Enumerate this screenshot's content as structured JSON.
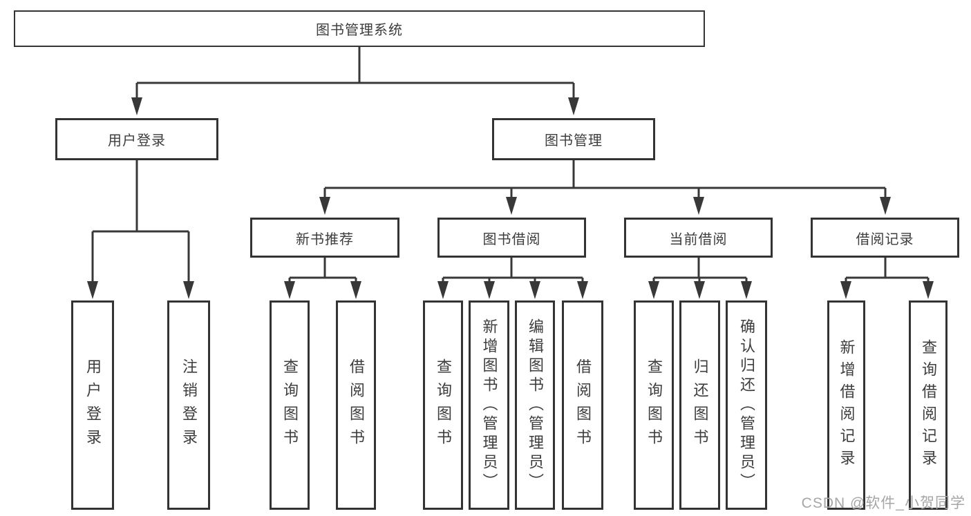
{
  "diagram": {
    "root": {
      "label": "图书管理系统"
    },
    "branches": [
      {
        "label": "用户登录",
        "children": [
          {
            "label": "用户登录"
          },
          {
            "label": "注销登录"
          }
        ]
      },
      {
        "label": "图书管理",
        "children": [
          {
            "label": "新书推荐",
            "children": [
              {
                "label": "查询图书"
              },
              {
                "label": "借阅图书"
              }
            ]
          },
          {
            "label": "图书借阅",
            "children": [
              {
                "label": "查询图书"
              },
              {
                "label": "新增图书（管理员）"
              },
              {
                "label": "编辑图书（管理员）"
              },
              {
                "label": "借阅图书"
              }
            ]
          },
          {
            "label": "当前借阅",
            "children": [
              {
                "label": "查询图书"
              },
              {
                "label": "归还图书"
              },
              {
                "label": "确认归还（管理员）"
              }
            ]
          },
          {
            "label": "借阅记录",
            "children": [
              {
                "label": "新增借阅记录"
              },
              {
                "label": "查询借阅记录"
              }
            ]
          }
        ]
      }
    ]
  },
  "watermark": {
    "text": "CSDN @软件_小贺同学"
  },
  "colors": {
    "background": "#ffffff",
    "line": "#383838",
    "box_border": "#333333",
    "box_fill": "#ffffff",
    "text": "#3d3d3d",
    "watermark": "#a6a6a6"
  }
}
